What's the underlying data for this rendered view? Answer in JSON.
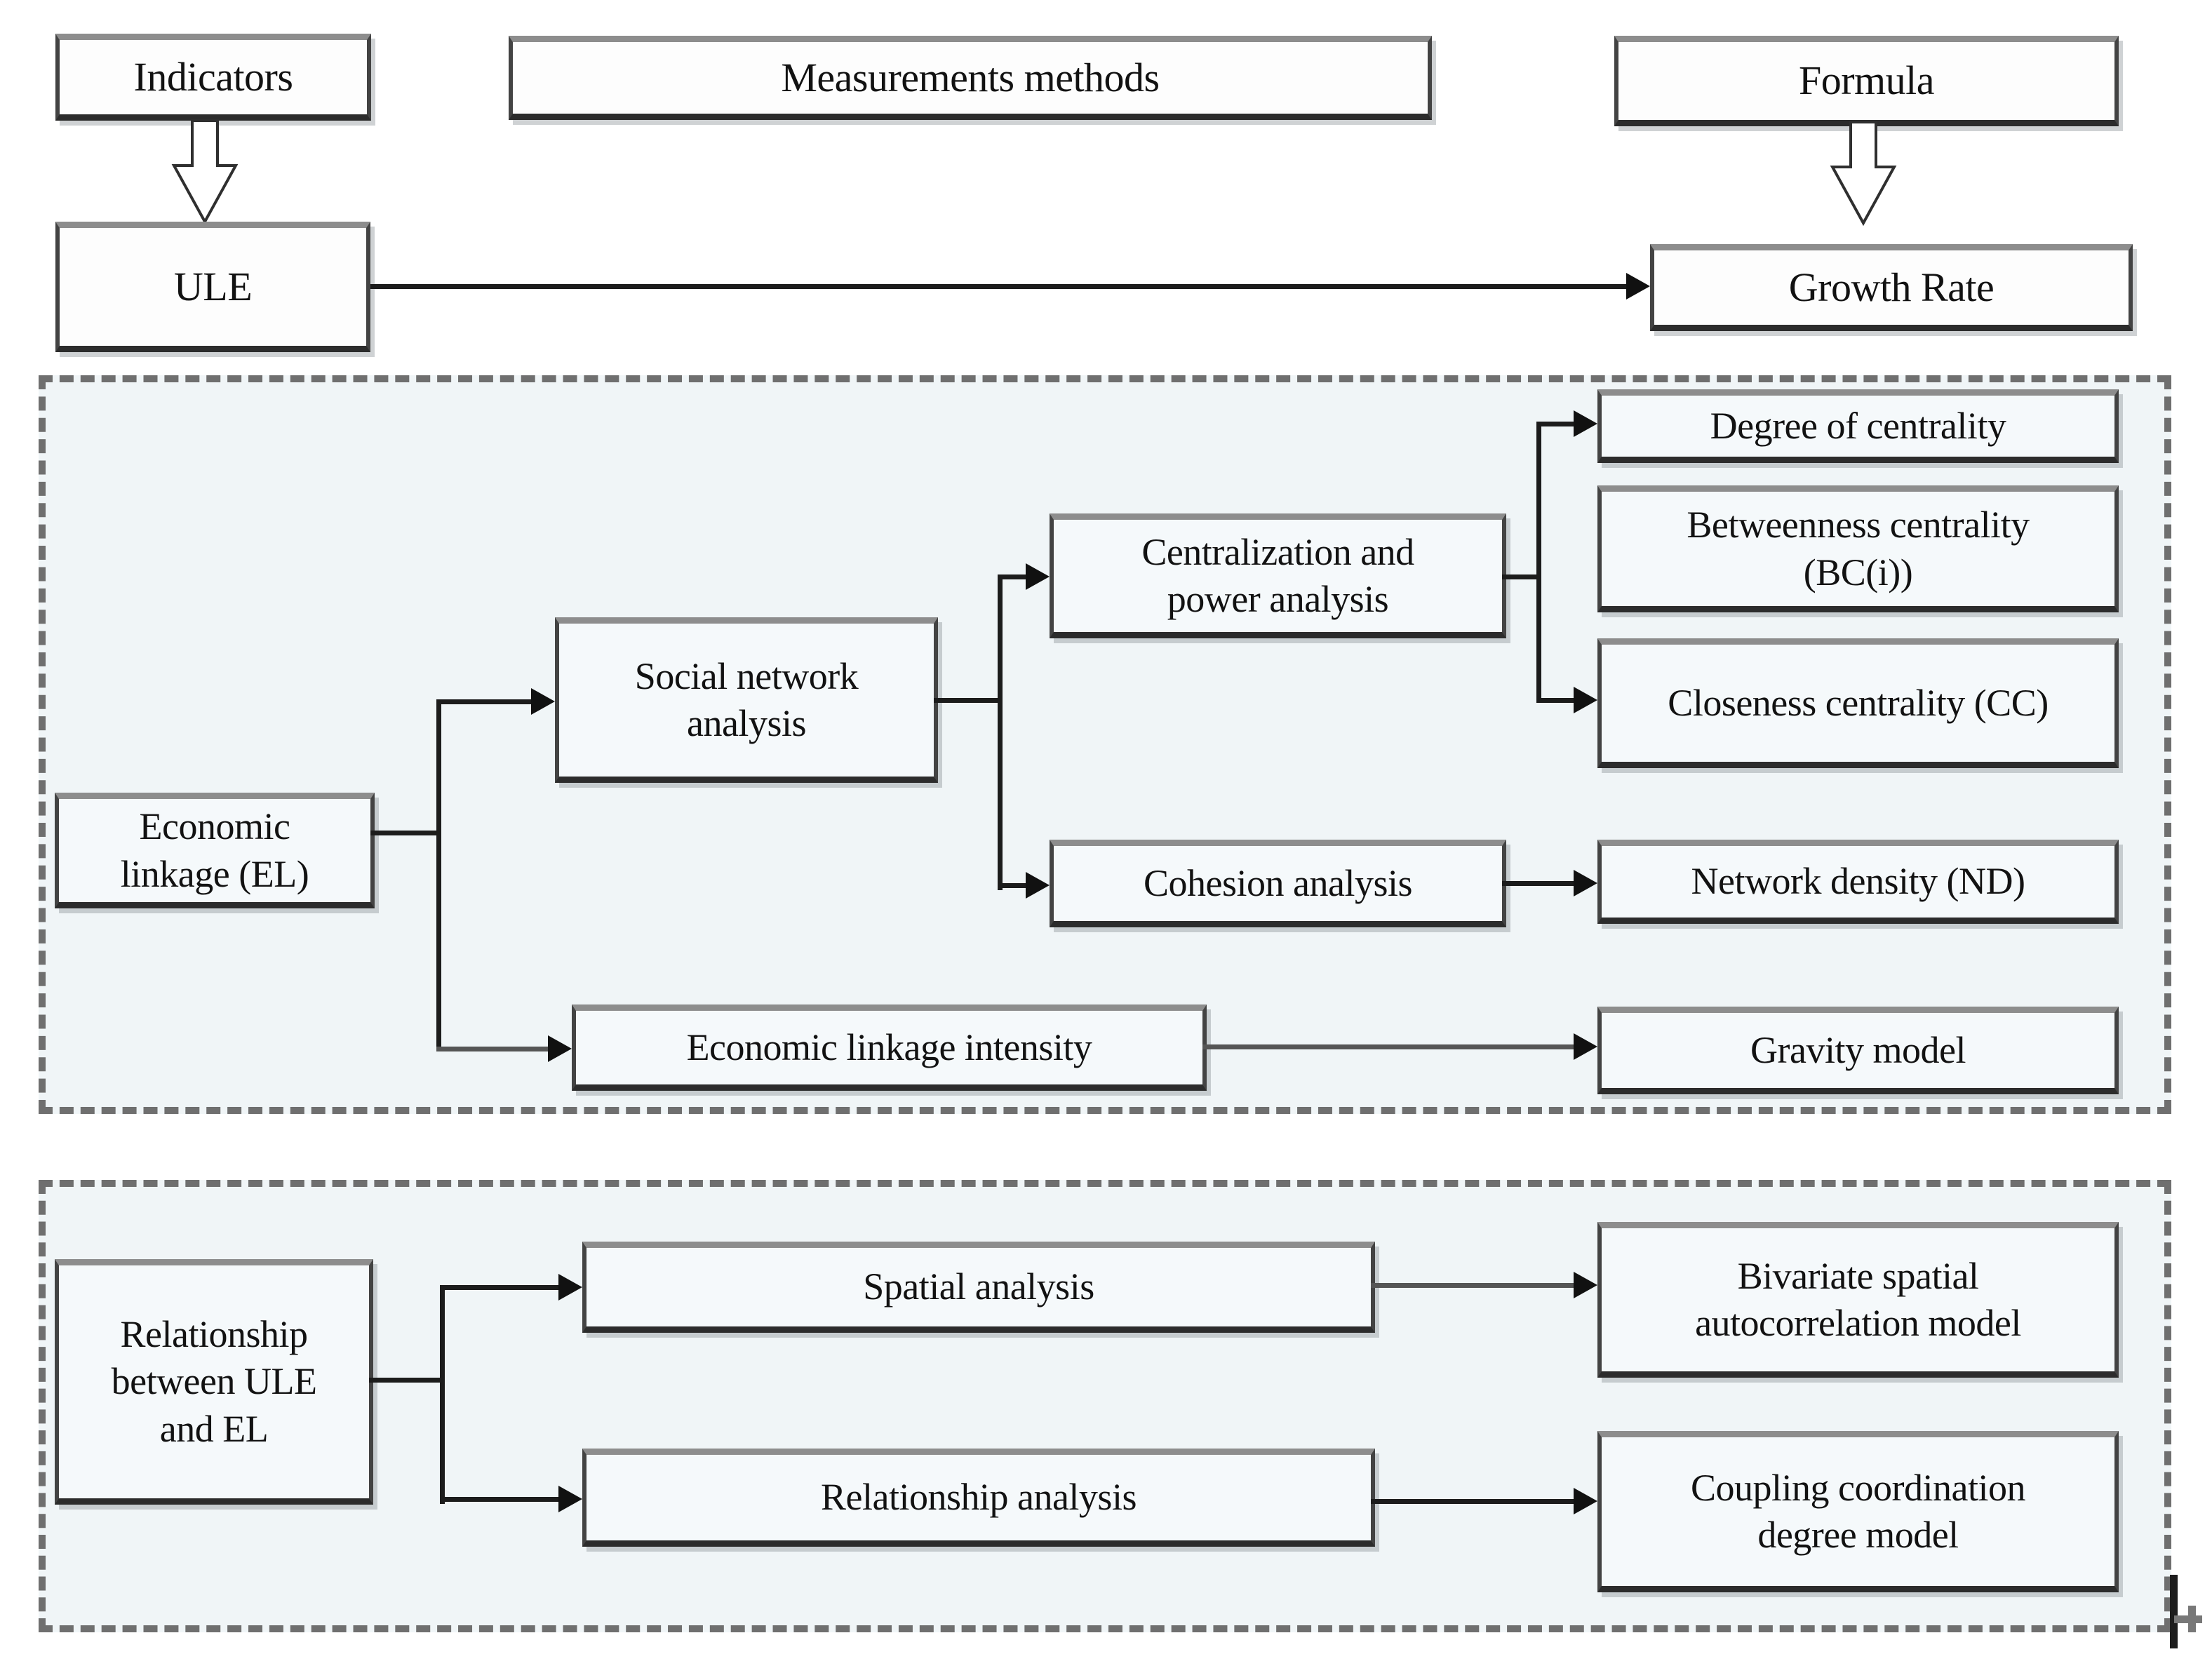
{
  "figure": {
    "columns": {
      "indicators": "Indicators",
      "measurements": "Measurements methods",
      "formula": "Formula"
    },
    "top": {
      "ule": "ULE",
      "growth_rate": "Growth Rate"
    },
    "el": {
      "source": "Economic linkage (EL)",
      "sna": "Social network analysis",
      "cpa": "Centralization and power analysis",
      "cohesion": "Cohesion analysis",
      "degree": "Degree of centrality",
      "betweenness": "Betweenness centrality (BC(i))",
      "closeness": "Closeness centrality (CC)",
      "network_density": "Network density (ND)",
      "intensity": "Economic linkage intensity",
      "gravity": "Gravity model"
    },
    "rel": {
      "source": "Relationship between ULE and EL",
      "spatial": "Spatial analysis",
      "relationship": "Relationship analysis",
      "bivariate": "Bivariate spatial autocorrelation model",
      "coupling": "Coupling coordination degree model"
    },
    "icons": {
      "down_arrow": "block-arrow-down-icon",
      "caret": "text-cursor-artifact"
    },
    "colors": {
      "container_bg": "#f0f5f7",
      "box_fill": "#fdfdfd",
      "inner_box_fill": "#f5f9fb",
      "box_border": "#434343",
      "dash_border": "#6f6f6f",
      "connector": "#1c1c1c"
    }
  }
}
